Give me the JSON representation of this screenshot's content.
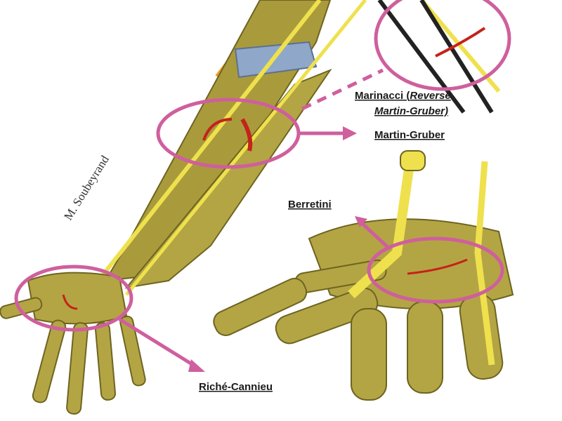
{
  "labels": {
    "marinacci_line1": "Marinacci (",
    "marinacci_reverse": "Reverse",
    "marinacci_line2": "Martin-Gruber)",
    "martin_gruber": "Martin-Gruber",
    "berretini": "Berretini",
    "riche_cannieu": "Riché-Cannieu"
  },
  "signature": "M. Soubeyrand",
  "colors": {
    "bone": "#a99b3c",
    "bone_dark": "#6e6420",
    "nerve": "#efe14d",
    "highlight_circle": "#cf5f9d",
    "anastomosis": "#c4231b",
    "cartilage": "#8fa7c9",
    "artery": "#e9a02a"
  }
}
